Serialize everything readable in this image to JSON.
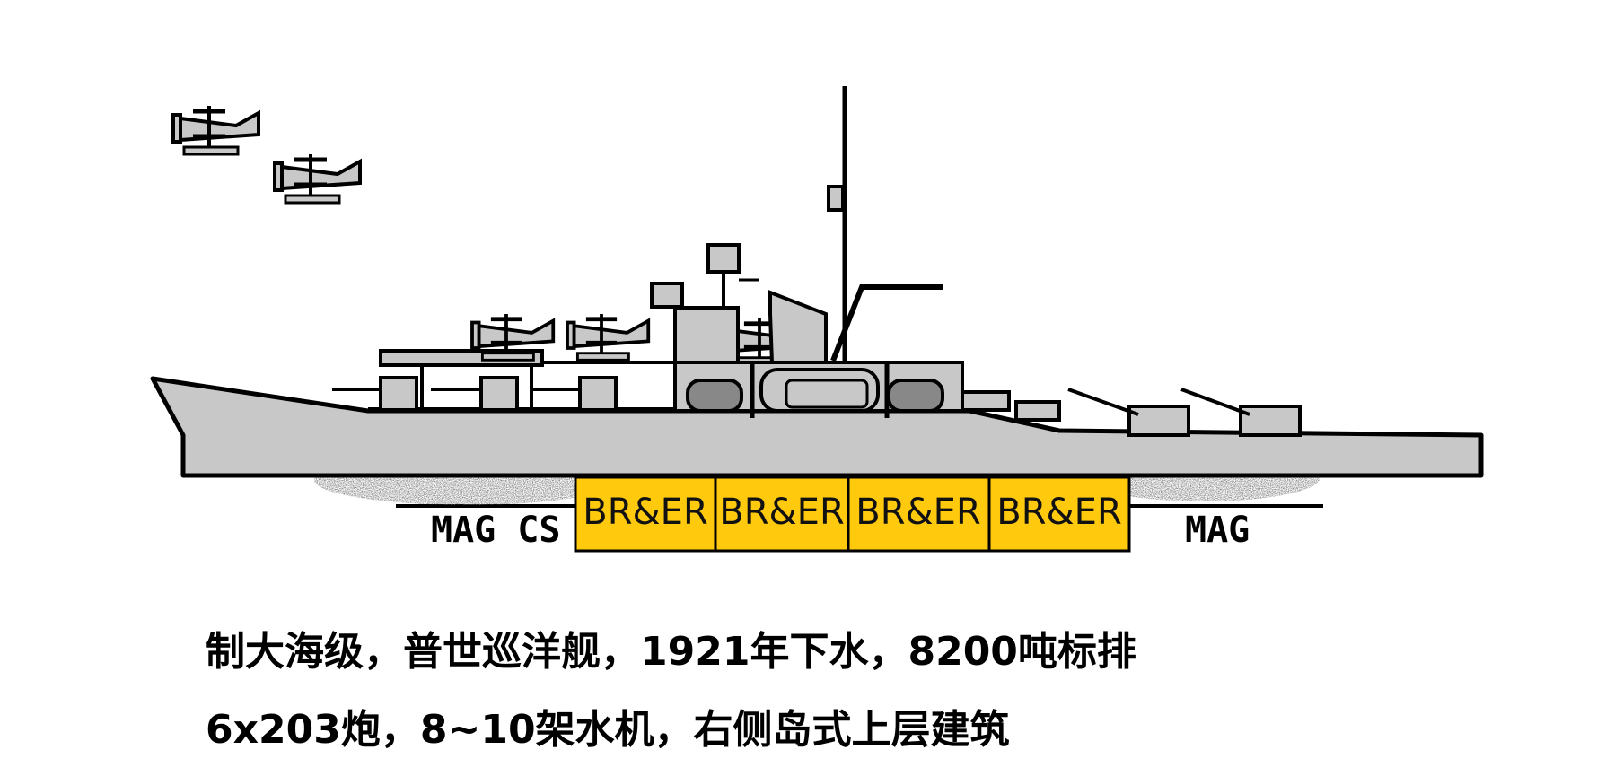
{
  "armor_layout": {
    "forward_label": "MAG CS",
    "aft_label": "MAG",
    "compartments": [
      "BR&ER",
      "BR&ER",
      "BR&ER",
      "BR&ER"
    ]
  },
  "caption": {
    "line1": "制大海级，普世巡洋舰，1921年下水，8200吨标排",
    "line2": "6x203炮，8~10架水机，右侧岛式上层建筑"
  },
  "colors": {
    "hull": "#c8c8c8",
    "outline": "#000000",
    "compartment_fill": "#ffc90e",
    "speckle": "#555555"
  },
  "icons": [
    "seaplane-icon",
    "ship-hull-icon",
    "mast-icon",
    "gun-turret-icon"
  ]
}
